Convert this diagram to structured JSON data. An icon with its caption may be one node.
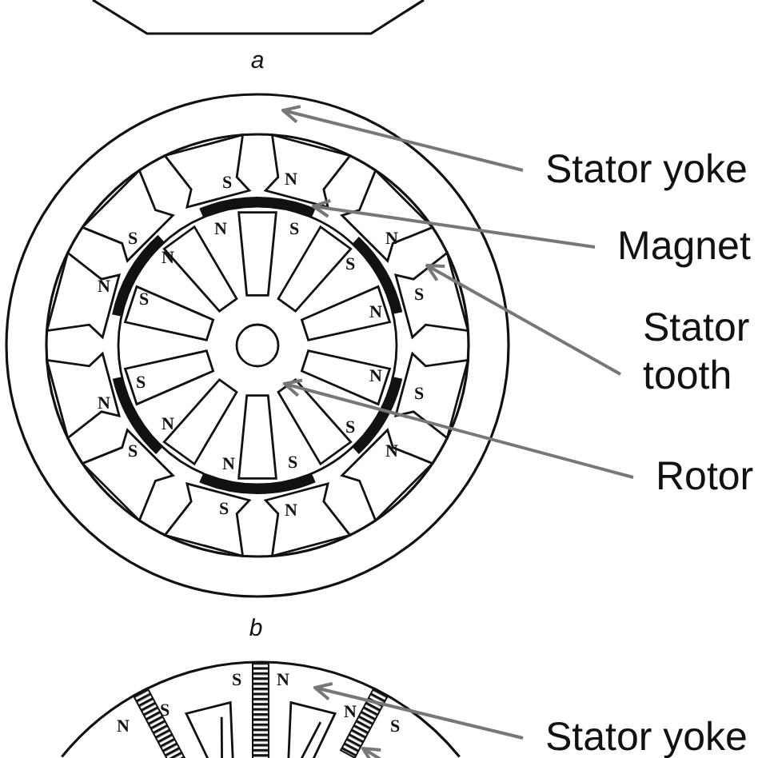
{
  "diagram": {
    "nodes": [
      {
        "text": [],
        "shape": "ring"
      },
      {
        "text": [],
        "shape": "bar",
        "in": 0
      },
      {
        "text": [],
        "shape": "box",
        "in": 0
      },
      {
        "text": [],
        "shape": "circle",
        "in": 0
      },
      {
        "text": [
          "Stator yoke"
        ]
      },
      {
        "text": [
          "Magnet"
        ]
      },
      {
        "text": [
          "Stator tooth"
        ]
      },
      {
        "text": [
          "Rotor"
        ]
      },
      {
        "text": [],
        "shape": "ring"
      },
      {
        "text": [],
        "shape": "bar",
        "in": 8
      },
      {
        "text": [
          "Stator yoke"
        ]
      }
    ],
    "edges": [
      {
        "from": 4,
        "to": 0,
        "arrow": "to"
      },
      {
        "from": 5,
        "to": 1,
        "arrow": "to"
      },
      {
        "from": 6,
        "to": 2,
        "arrow": "to"
      },
      {
        "from": 7,
        "to": 3,
        "arrow": "to"
      },
      {
        "from": 10,
        "to": 8,
        "arrow": "to"
      },
      {
        "from": null,
        "to": 9,
        "arrow": "to"
      }
    ],
    "labels": [
      "a",
      "S",
      "N",
      "N",
      "S",
      "S",
      "N",
      "N",
      "S",
      "N",
      "S",
      "N",
      "S",
      "N",
      "S",
      "S",
      "N",
      "S",
      "N",
      "N",
      "S",
      "N",
      "S",
      "S",
      "N",
      "b",
      "S",
      "N",
      "S",
      "N",
      "N",
      "S"
    ]
  }
}
